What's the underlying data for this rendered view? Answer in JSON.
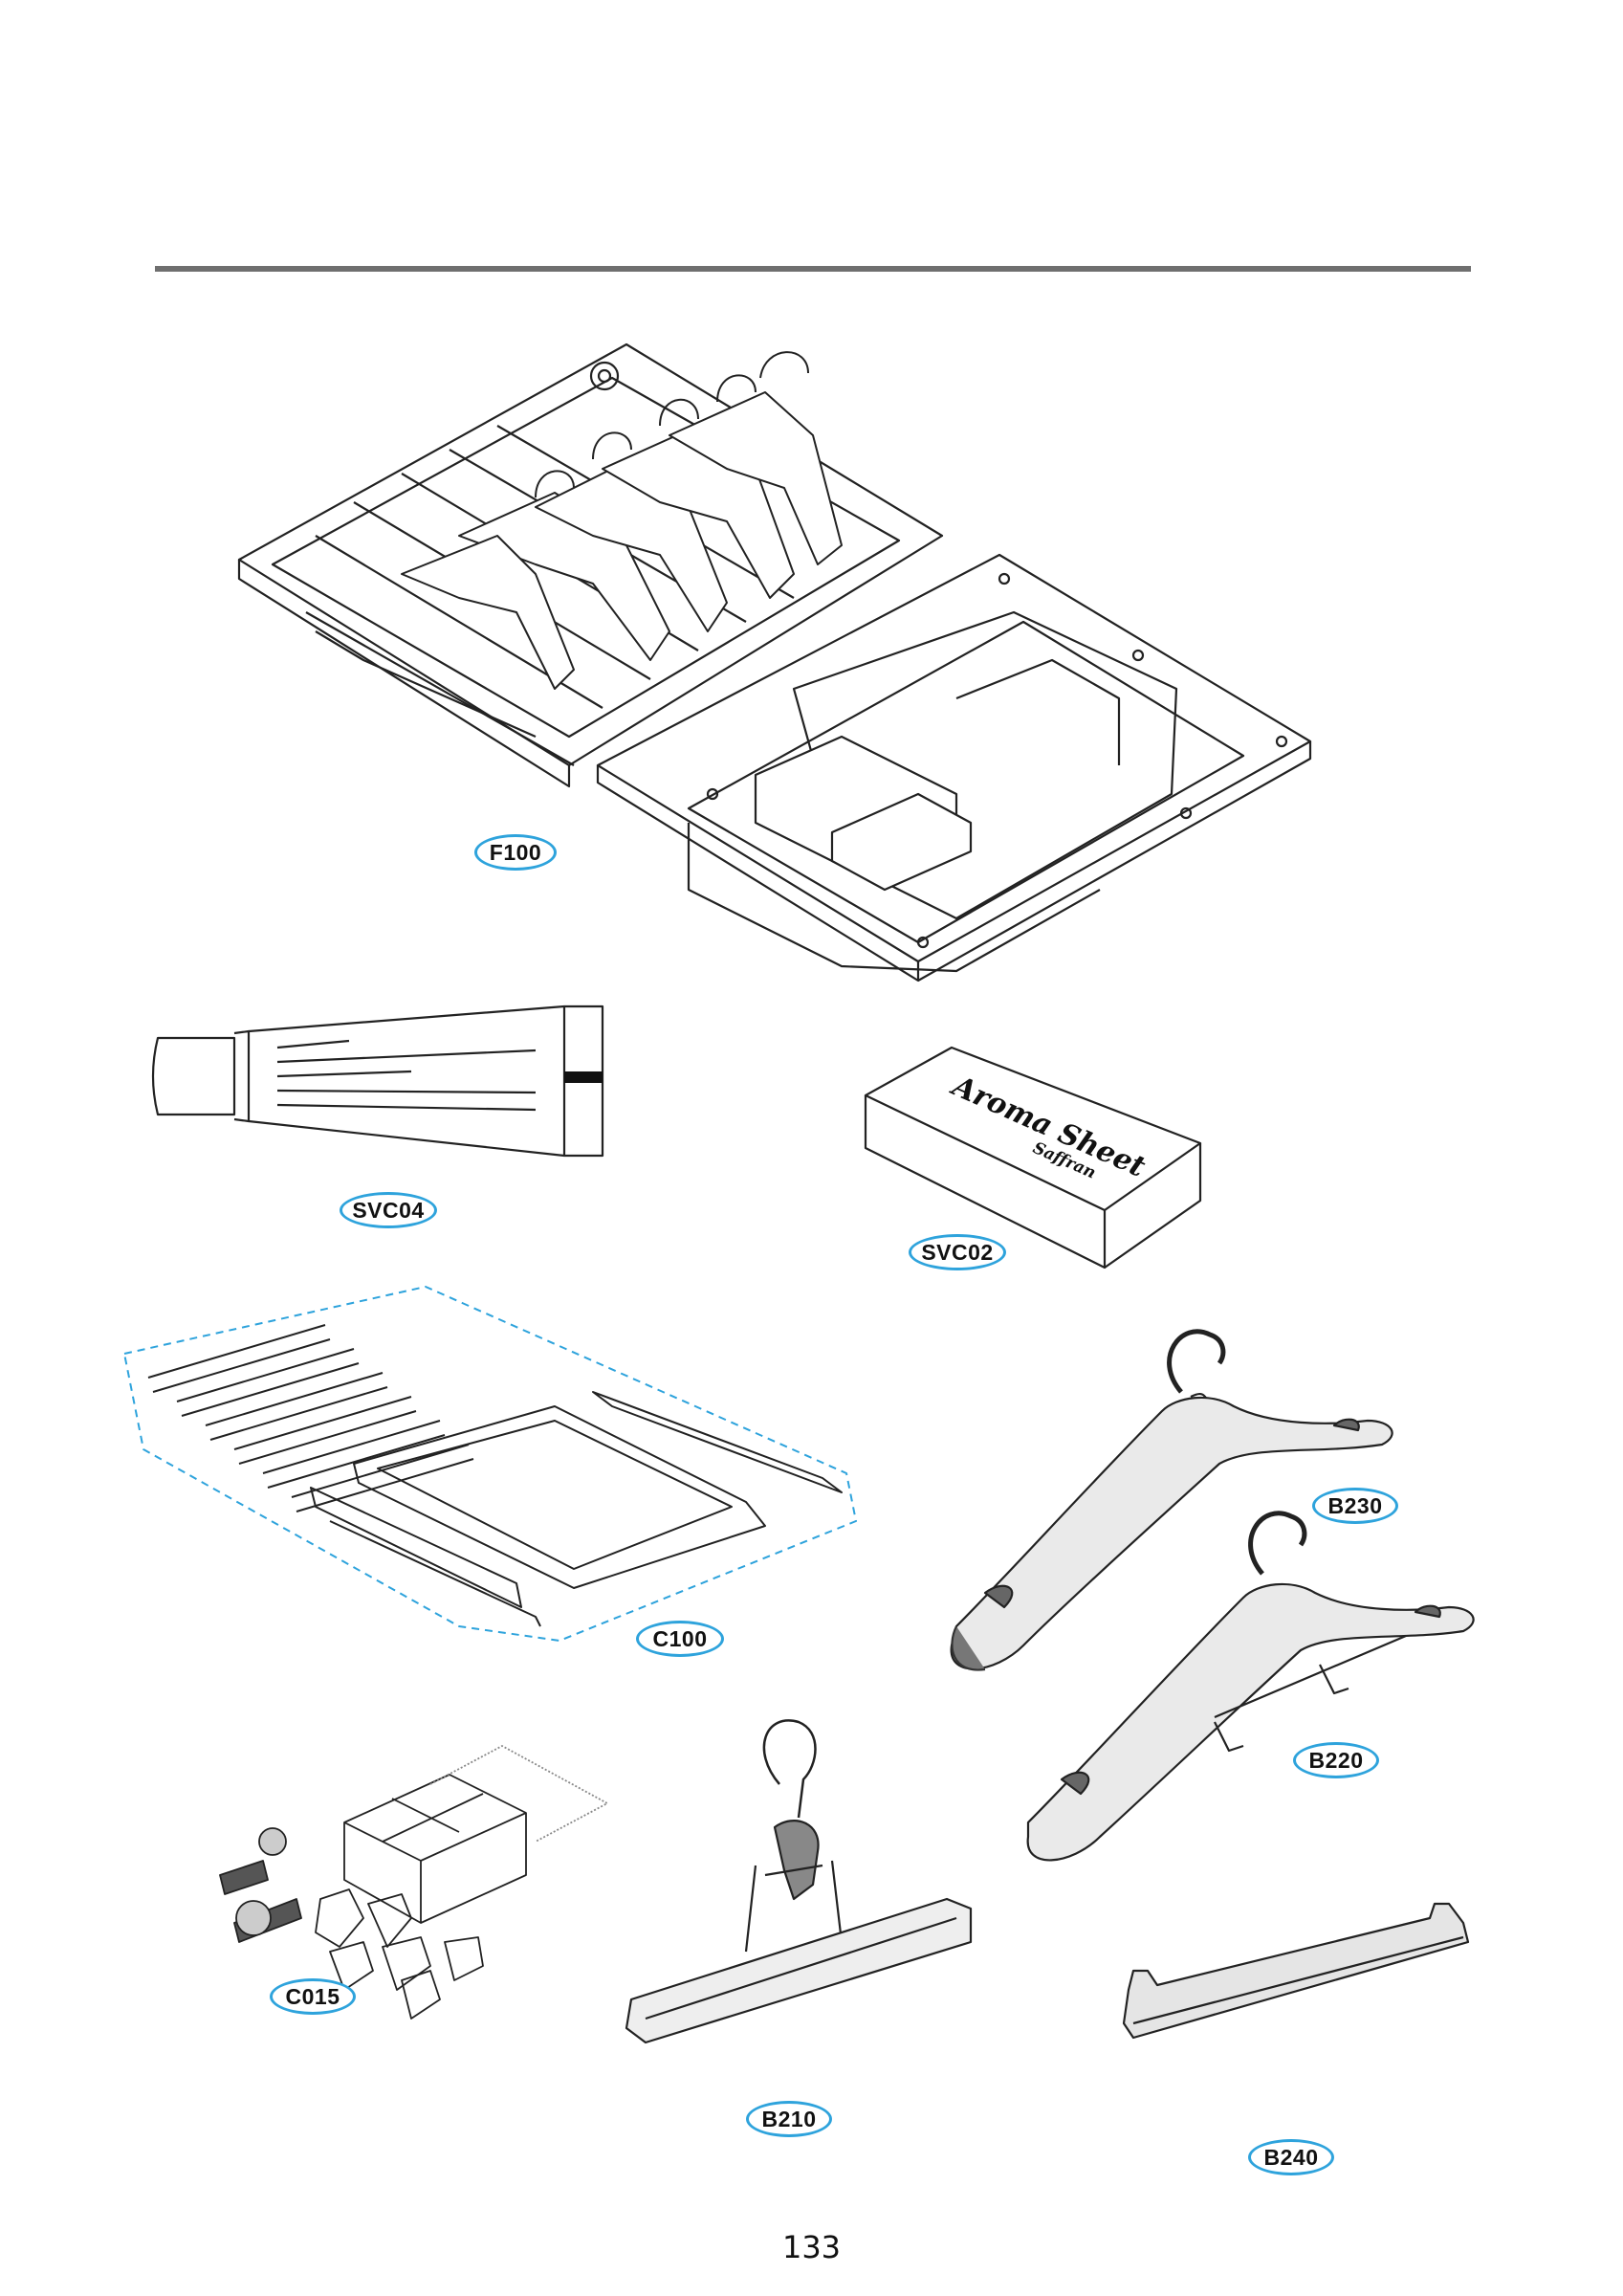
{
  "labels": {
    "f100": "F100",
    "svc04": "SVC04",
    "svc02": "SVC02",
    "c100": "C100",
    "b230": "B230",
    "b220": "B220",
    "c015": "C015",
    "b210": "B210",
    "b240": "B240"
  },
  "aroma_box": {
    "line1": "Aroma Sheet",
    "line2": "Saffran"
  },
  "page_number": "133",
  "colors": {
    "rule": "#6f6f6f",
    "tag_border": "#2ea3dc",
    "dashed_outline": "#2ea3dc"
  }
}
